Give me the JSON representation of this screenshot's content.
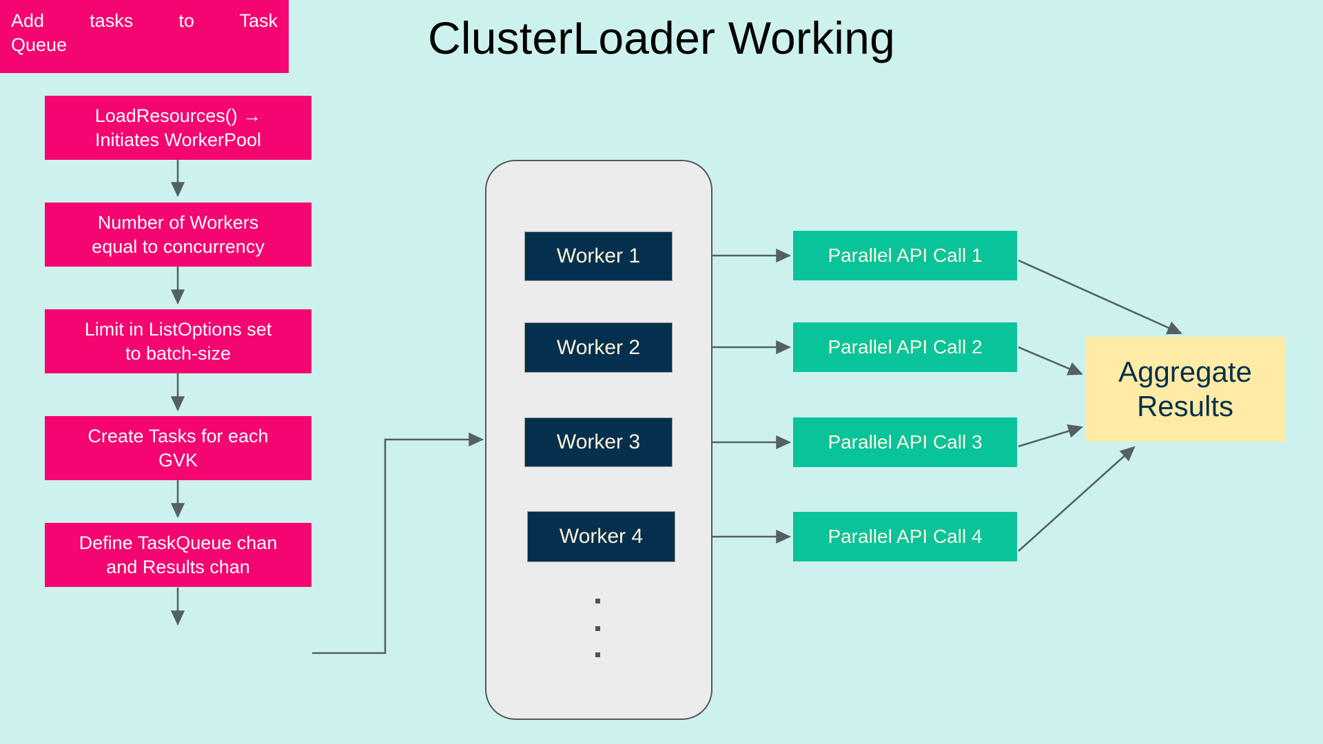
{
  "title": "ClusterLoader Working",
  "colors": {
    "background": "#cdf2ee",
    "step_box": "#f50570",
    "step_text": "#ffffff",
    "pool_fill": "#ececec",
    "pool_border": "#555555",
    "worker_box": "#04304d",
    "worker_text": "#fff3dd",
    "api_box": "#09c39a",
    "api_text": "#fff6e2",
    "aggregate_box": "#ffeba5",
    "aggregate_text": "#04304d",
    "arrow": "#555f66",
    "title_text": "#000000"
  },
  "pipeline": {
    "steps": [
      {
        "line1": "LoadResources() →",
        "line2": "Initiates WorkerPool"
      },
      {
        "line1": "Number of Workers",
        "line2": "equal to concurrency"
      },
      {
        "line1": "Limit in ListOptions set",
        "line2": "to batch-size"
      },
      {
        "line1": "Create Tasks for each",
        "line2": "GVK"
      },
      {
        "line1": "Define TaskQueue chan",
        "line2": "and Results chan"
      },
      {
        "line1": "Add tasks to Task",
        "line2": "Queue"
      }
    ]
  },
  "worker_pool": {
    "workers": [
      {
        "label": "Worker 1"
      },
      {
        "label": "Worker 2"
      },
      {
        "label": "Worker 3"
      },
      {
        "label": "Worker 4"
      }
    ],
    "ellipsis": "·"
  },
  "api_calls": [
    {
      "label": "Parallel API Call 1"
    },
    {
      "label": "Parallel API Call 2"
    },
    {
      "label": "Parallel API Call 3"
    },
    {
      "label": "Parallel API Call 4"
    }
  ],
  "aggregate": {
    "line1": "Aggregate",
    "line2": "Results"
  }
}
